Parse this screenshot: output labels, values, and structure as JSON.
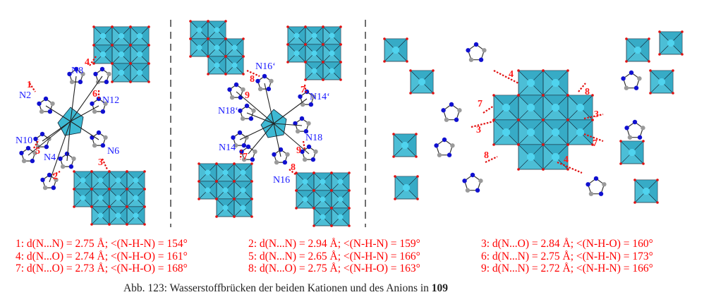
{
  "panels": {
    "left": {
      "atom_labels": [
        "N2",
        "N8",
        "N12",
        "N10",
        "N4",
        "N6"
      ],
      "bond_labels": [
        "1",
        "4",
        "6",
        "5",
        "2",
        "3"
      ]
    },
    "middle": {
      "atom_labels": [
        "N16‘",
        "N14‘",
        "N18‘",
        "N14",
        "N18",
        "N16"
      ],
      "bond_labels": [
        "8",
        "9",
        "7",
        "7",
        "9",
        "8"
      ]
    },
    "right": {
      "bond_labels": [
        "4",
        "8",
        "7",
        "3",
        "3",
        "7",
        "8",
        "4"
      ]
    }
  },
  "legend": [
    "1: d(N...N) = 2.75 Å;  <(N-H-N) = 154°",
    "2: d(N...N) = 2.94 Å;  <(N-H-N) = 159°",
    "3: d(N...O) = 2.84 Å;  <(N-H-O) = 160°",
    "4: d(N...O) = 2.74 Å;  <(N-H-O) = 161°",
    "5: d(N...N) = 2.65 Å;  <(N-H-N) = 166°",
    "6: d(N...N) = 2.75 Å;  <(N-H-N) = 173°",
    "7: d(N...O) = 2.73 Å;  <(N-H-O) = 168°",
    "8: d(N...O) = 2.75 Å;  <(N-H-O) = 163°",
    "9: d(N...N) = 2.72 Å;  <(N-H-N) = 166°"
  ],
  "caption": {
    "text": "Abb. 123: Wasserstoffbrücken der beiden Kationen und des Anions in ",
    "compound": "109"
  },
  "colors": {
    "polyhedron": "#3db9d3",
    "nitrogen": "#1010d0",
    "carbon": "#9a9a9a",
    "oxygen": "#e01010",
    "hbond": "#e01010",
    "atom_label": "#1a1aff"
  }
}
